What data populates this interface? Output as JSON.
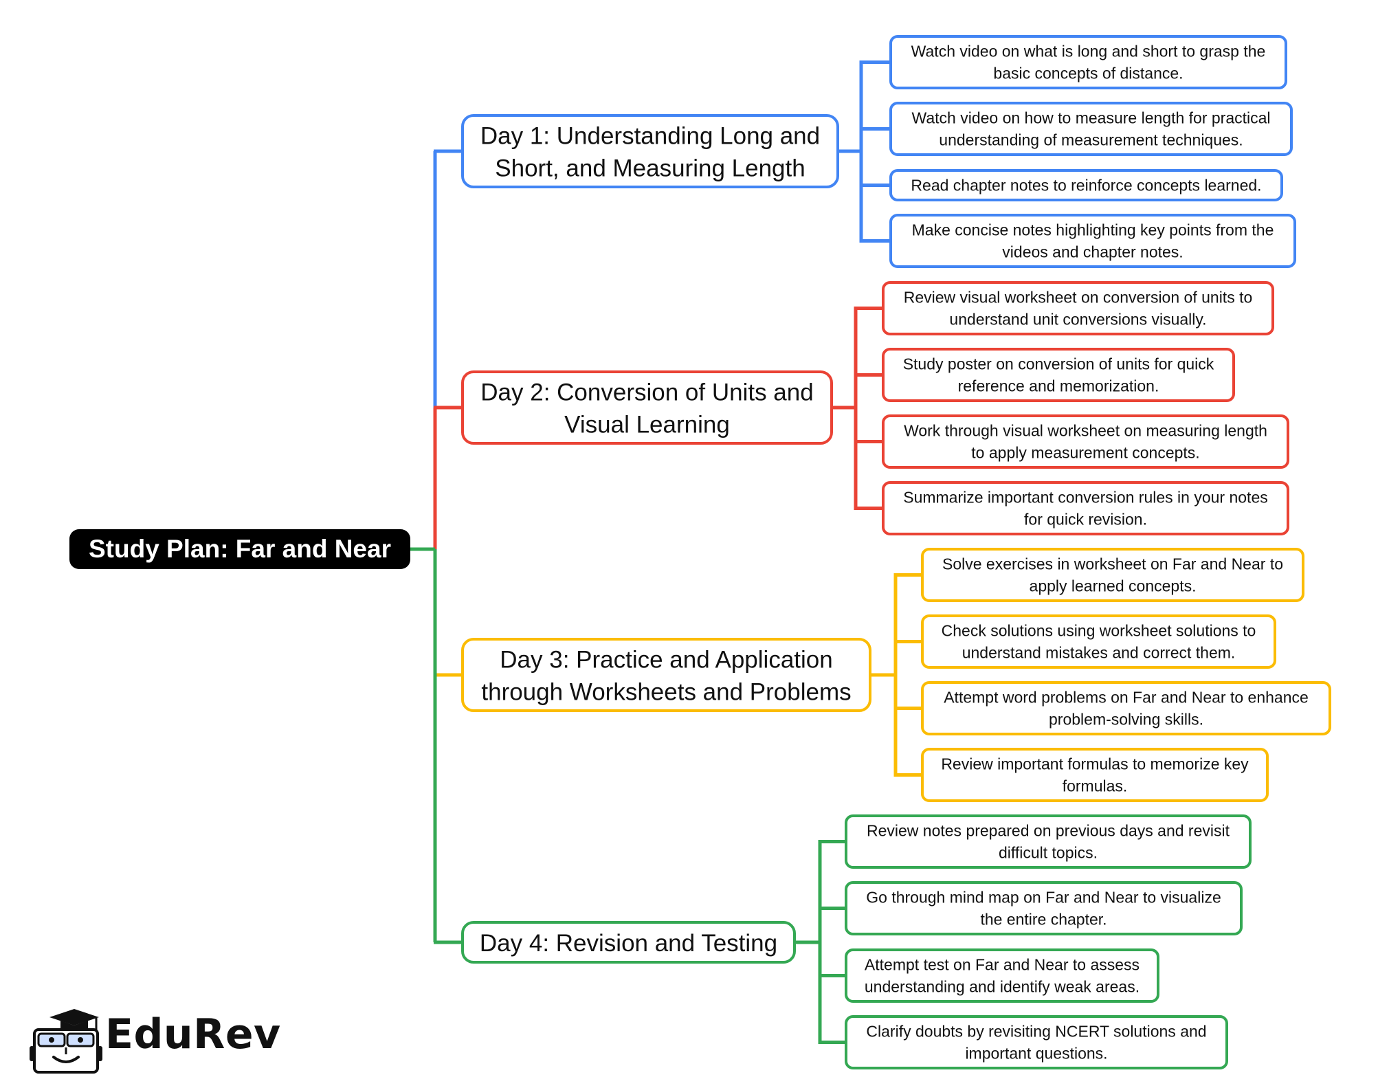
{
  "root": {
    "label": "Study Plan: Far and Near"
  },
  "branches": [
    {
      "name": "day-1",
      "color": "#4285F4",
      "label": [
        "Day 1: Understanding Long and",
        "Short, and Measuring Length"
      ],
      "tasks": [
        [
          "Watch video on what is long and short to grasp the",
          "basic concepts of distance."
        ],
        [
          "Watch video on how to measure length for practical",
          "understanding of measurement techniques."
        ],
        [
          "Read chapter notes to reinforce concepts learned."
        ],
        [
          "Make concise notes highlighting key points from the",
          "videos and chapter notes."
        ]
      ]
    },
    {
      "name": "day-2",
      "color": "#EA4335",
      "label": [
        "Day 2: Conversion of Units and",
        "Visual Learning"
      ],
      "tasks": [
        [
          "Review visual worksheet on conversion of units to",
          "understand unit conversions visually."
        ],
        [
          "Study poster on conversion of units for quick",
          "reference and memorization."
        ],
        [
          "Work through visual worksheet on measuring length",
          "to apply measurement concepts."
        ],
        [
          "Summarize important conversion rules in your notes",
          "for quick revision."
        ]
      ]
    },
    {
      "name": "day-3",
      "color": "#FBBC04",
      "label": [
        "Day 3: Practice and Application",
        "through Worksheets and Problems"
      ],
      "tasks": [
        [
          "Solve exercises in worksheet on Far and Near to",
          "apply learned concepts."
        ],
        [
          "Check solutions using worksheet solutions to",
          "understand mistakes and correct them."
        ],
        [
          "Attempt word problems on Far and Near to enhance",
          "problem-solving skills."
        ],
        [
          "Review important formulas to memorize key",
          "formulas."
        ]
      ]
    },
    {
      "name": "day-4",
      "color": "#34A853",
      "label": [
        "Day 4: Revision and Testing"
      ],
      "tasks": [
        [
          "Review notes prepared on previous days and revisit",
          "difficult topics."
        ],
        [
          "Go through mind map on Far and Near to visualize",
          "the entire chapter."
        ],
        [
          "Attempt test on Far and Near to assess",
          "understanding and identify weak areas."
        ],
        [
          "Clarify doubts by revisiting NCERT solutions and",
          "important questions."
        ]
      ]
    }
  ],
  "brand": {
    "name": "EduRev",
    "icon": "graduation-cap-mascot-icon"
  }
}
